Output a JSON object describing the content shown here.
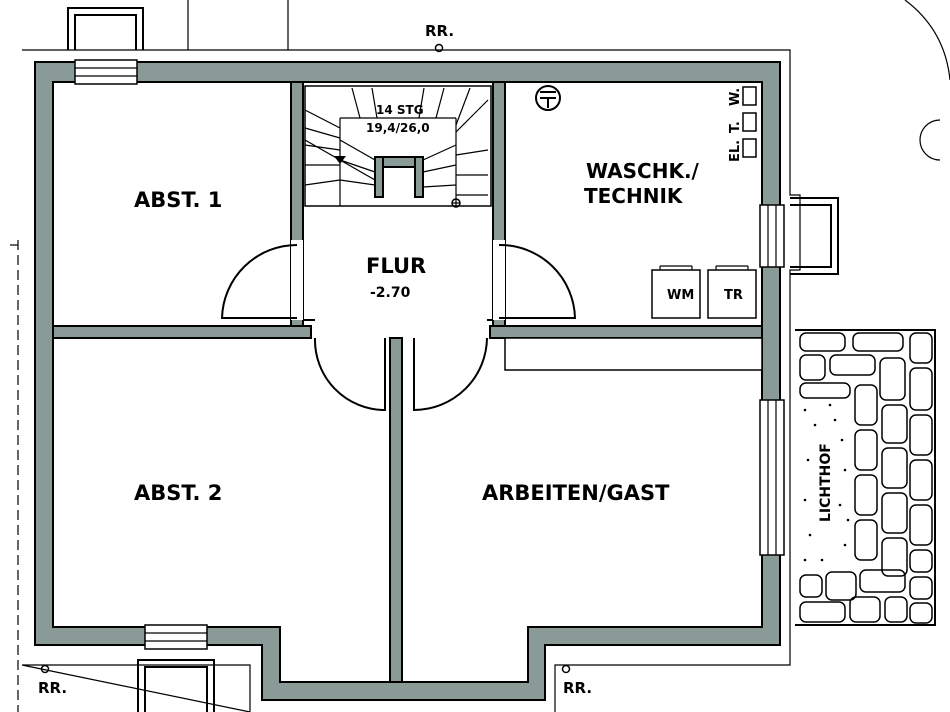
{
  "plan": {
    "rooms": {
      "abst1": "ABST. 1",
      "abst2": "ABST. 2",
      "flur": "FLUR",
      "flur_level": "-2.70",
      "waschk_line1": "WASCHK./",
      "waschk_line2": "TECHNIK",
      "arbeiten": "ARBEITEN/GAST",
      "lichthof": "LICHTHOF"
    },
    "stairs": {
      "steps": "14 STG",
      "dimensions": "19,4/26,0"
    },
    "appliances": {
      "wm": "WM",
      "tr": "TR"
    },
    "meters": {
      "el": "EL.",
      "t": "T.",
      "w": "W."
    },
    "downpipes": {
      "top": "RR.",
      "bottom_left": "RR.",
      "bottom_right": "RR."
    }
  }
}
